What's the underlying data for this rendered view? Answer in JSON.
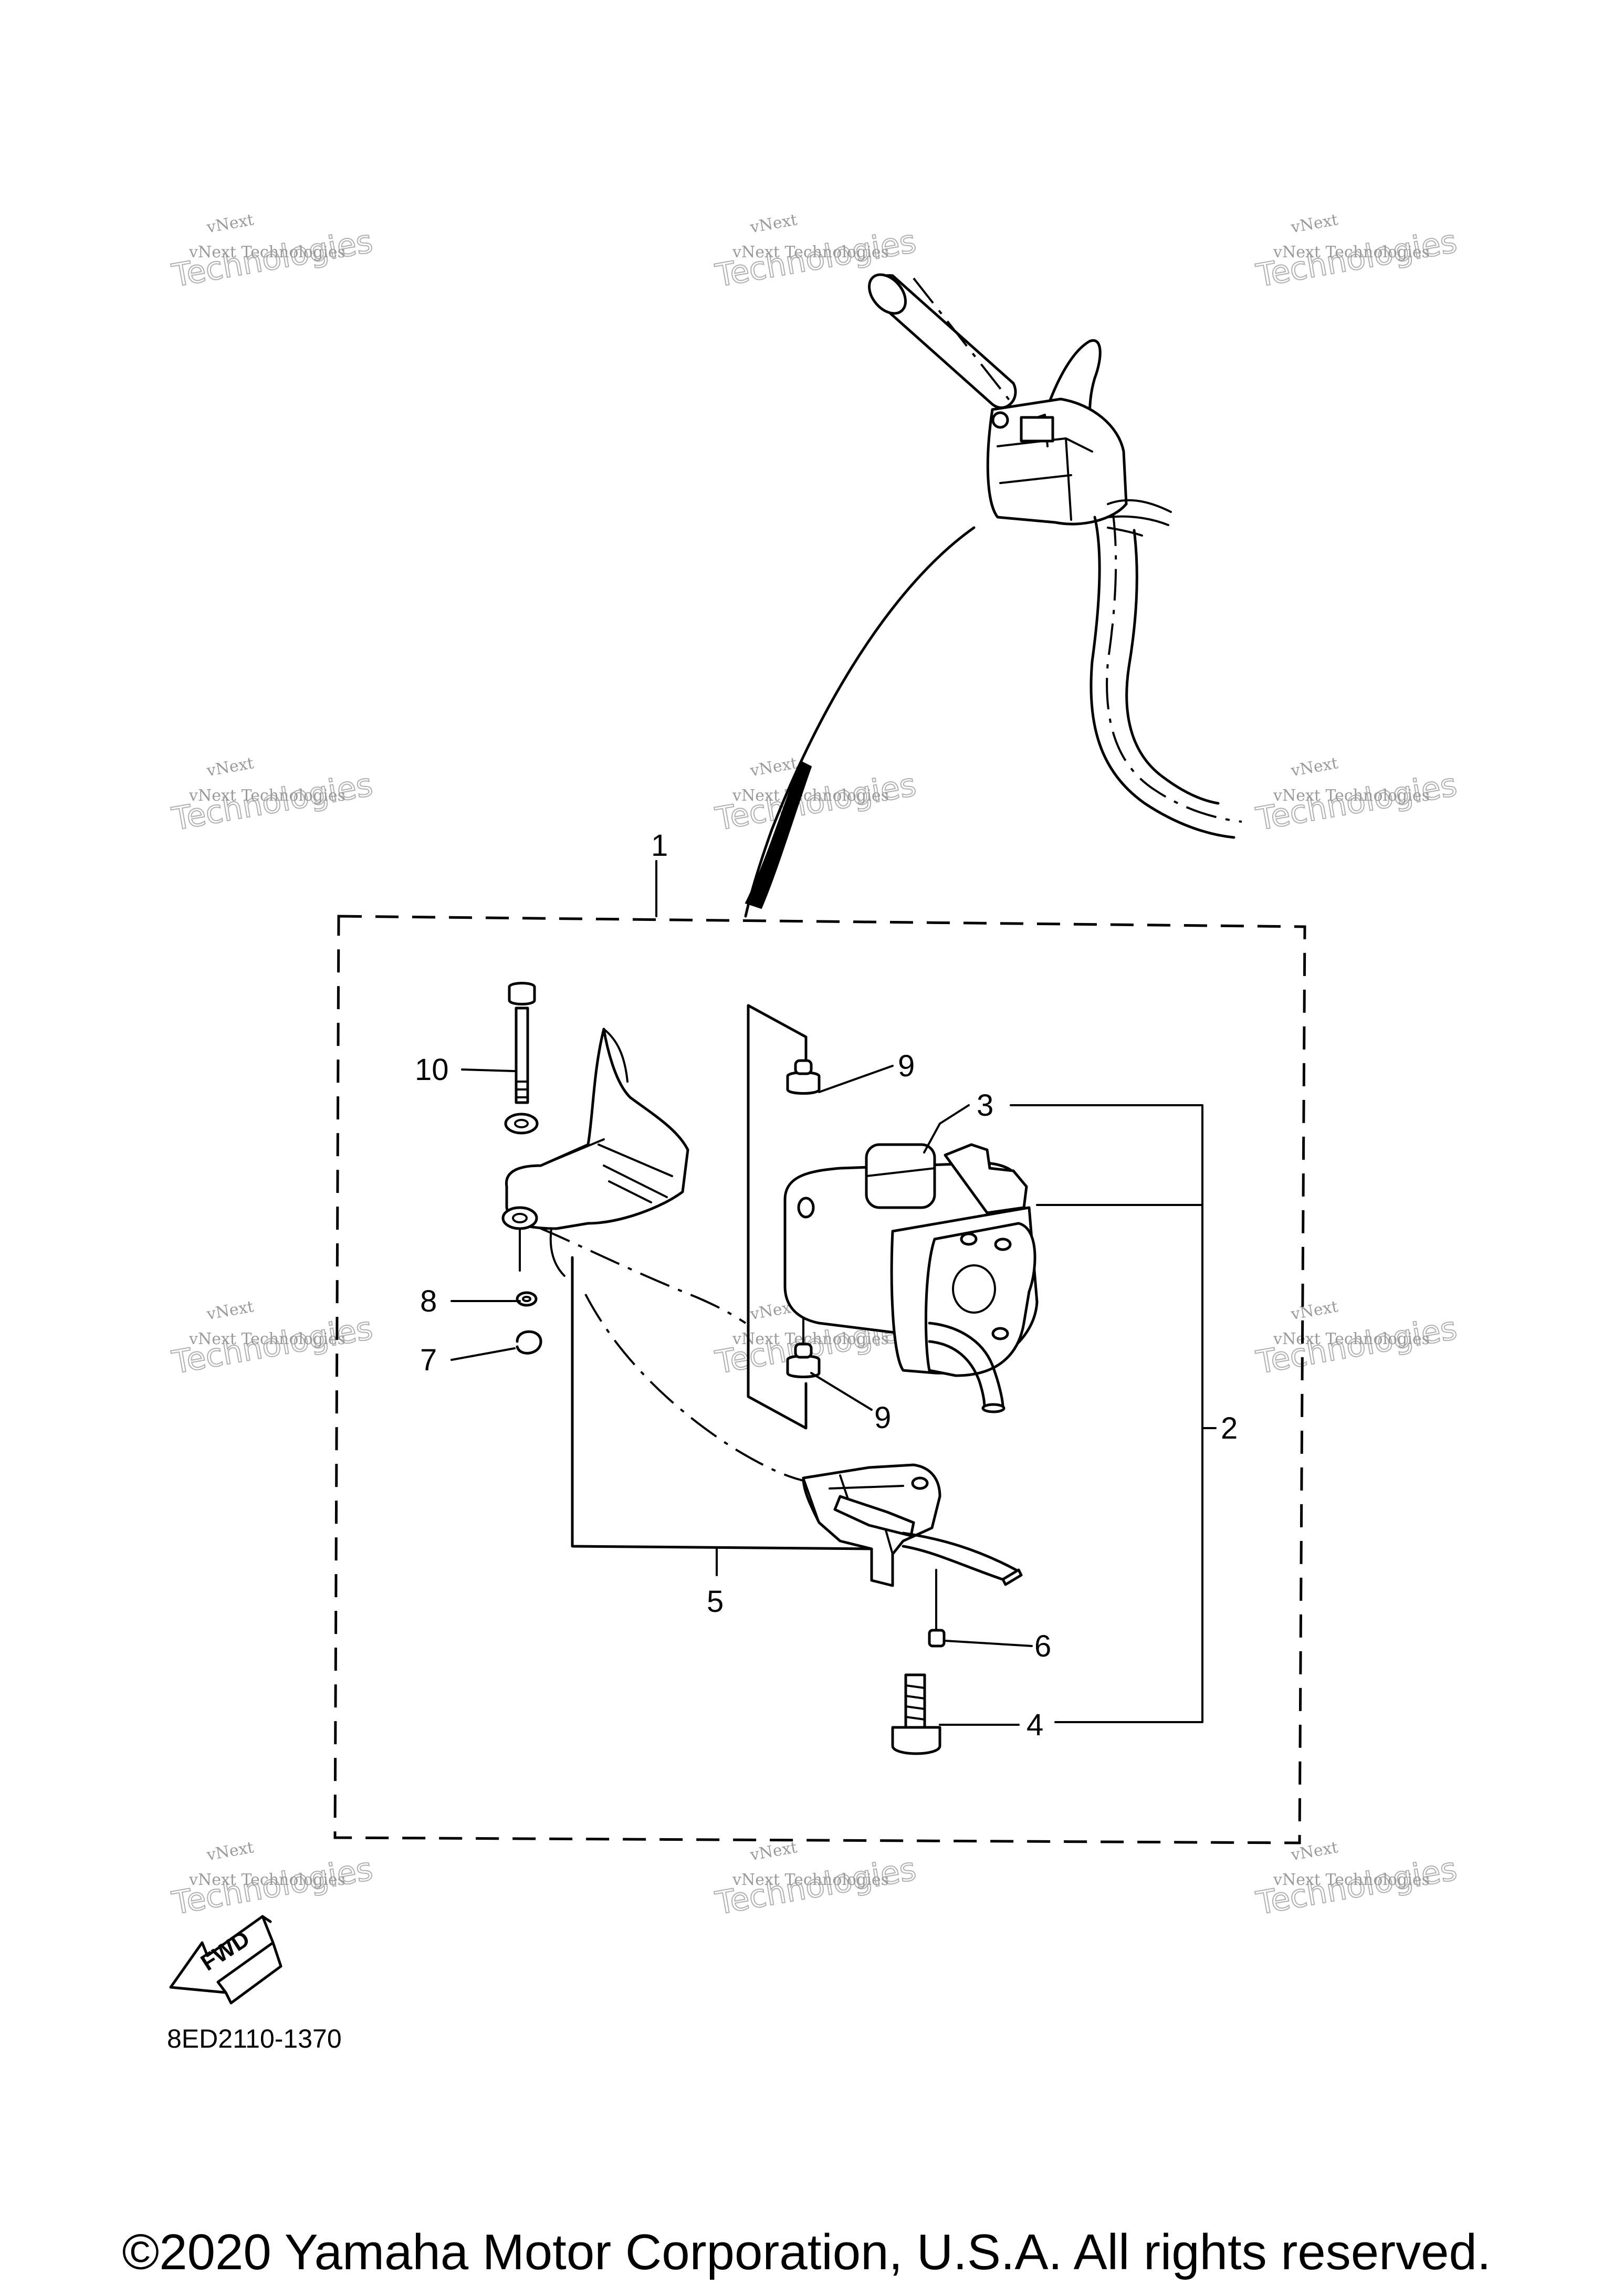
{
  "diagram": {
    "callouts": {
      "c1": "1",
      "c2": "2",
      "c3": "3",
      "c4": "4",
      "c5": "5",
      "c6": "6",
      "c7": "7",
      "c8": "8",
      "c9a": "9",
      "c9b": "9",
      "c10": "10"
    },
    "fwd_label": "FWD",
    "part_number": "8ED2110-1370"
  },
  "watermark": {
    "line1": "vNext",
    "line2": "vNext Technologies",
    "line3": "Technologies"
  },
  "footer": {
    "copyright": "©2020 Yamaha Motor Corporation, U.S.A. All rights reserved."
  }
}
